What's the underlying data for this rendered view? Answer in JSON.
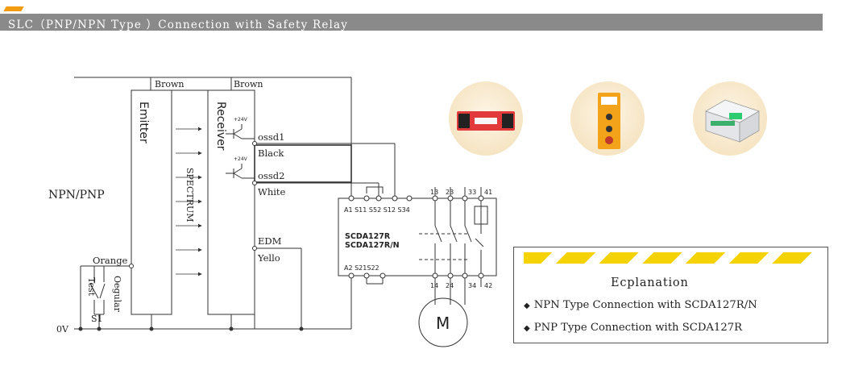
{
  "header": {
    "title": "SLC（PNP/NPN Type ）Connection with Safety Relay",
    "accent_color": "#f39c12",
    "bar_color": "#8a8a8a"
  },
  "diagram": {
    "mode_label": "NPN/PNP",
    "emitter_label": "Emitter",
    "receiver_label": "Receiver",
    "spectrum_label": "SPECTRUM",
    "wire_brown_left": "Brown",
    "wire_brown_right": "Brown",
    "ossd1_label": "ossd1",
    "black_label": "Black",
    "ossd2_label": "ossd2",
    "white_label": "White",
    "edm_label": "EDM",
    "yello_label": "Yello",
    "orange_label": "Orange",
    "test_label": "Test",
    "oegular_label": "Oegular",
    "s1_label": "S1",
    "ov_label": "0V",
    "supply_label_1": "+24V",
    "supply_label_2": "+24V"
  },
  "relay": {
    "top_terminals": "A1 S11 S52 S12 S34",
    "model_1": "SCDA127R",
    "model_2": "SCDA127R/N",
    "bottom_terminals": "A2 S21S22",
    "contact_top": [
      "13",
      "23",
      "33",
      "41"
    ],
    "contact_bottom": [
      "14",
      "24",
      "34",
      "42"
    ],
    "motor_label": "M"
  },
  "products": [
    {
      "name": "red-relay-module-image",
      "color": "#e23a3a"
    },
    {
      "name": "orange-relay-unit-image",
      "color": "#f2a31a"
    },
    {
      "name": "white-enclosure-image",
      "color": "#e8eaec"
    }
  ],
  "explanation": {
    "title": "Ecplanation",
    "items": [
      "NPN Type Connection with SCDA127R/N",
      "PNP Type Connection with SCDA127R"
    ],
    "stripe_color": "#f5d300"
  }
}
